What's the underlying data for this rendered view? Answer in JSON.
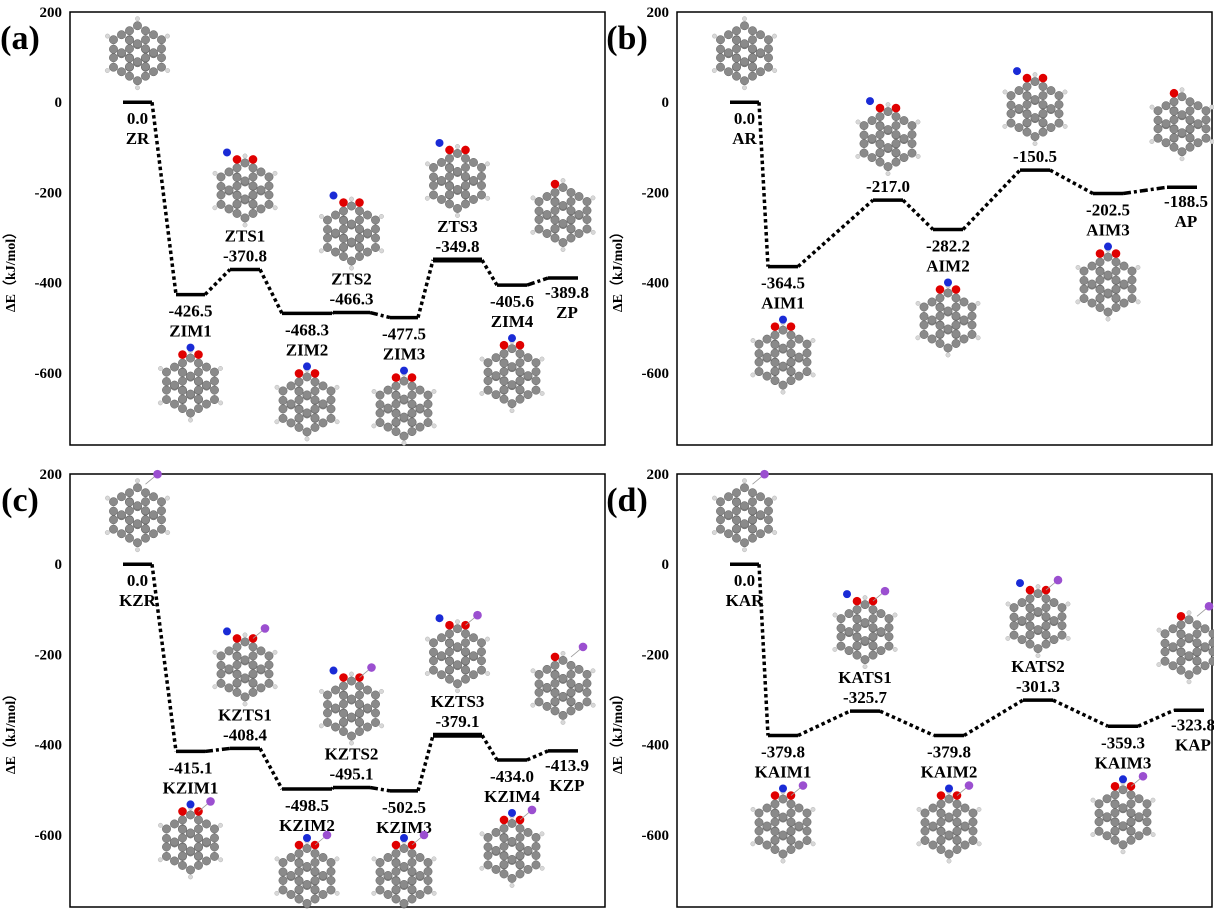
{
  "colors": {
    "carbon": "#8a8a8a",
    "hydrogen": "#d8d8d8",
    "oxygen": "#e00000",
    "nitrogen": "#1a2bd6",
    "potassium": "#9b4fd0",
    "line": "#000000"
  },
  "chart_data": [
    {
      "type": "energy-profile",
      "panel": "(a)",
      "ylabel": "ΔE（kJ/mol）",
      "yticks": [
        200,
        0,
        -200,
        -400,
        -600
      ],
      "ylim": [
        -760,
        200
      ],
      "levels": [
        {
          "name": "ZR",
          "value": 0.0,
          "label": "0.0",
          "species": "R"
        },
        {
          "name": "ZIM1",
          "value": -426.5,
          "label": "-426.5",
          "species": "IM1"
        },
        {
          "name": "ZTS1",
          "value": -370.8,
          "label": "-370.8",
          "species": "TS"
        },
        {
          "name": "ZIM2",
          "value": -468.3,
          "label": "-468.3",
          "species": "IM2"
        },
        {
          "name": "ZTS2",
          "value": -466.3,
          "label": "-466.3",
          "species": "TS"
        },
        {
          "name": "ZIM3",
          "value": -477.5,
          "label": "-477.5",
          "species": "IM3"
        },
        {
          "name": "ZTS3",
          "value": -349.8,
          "label": "-349.8",
          "species": "TS"
        },
        {
          "name": "ZIM4",
          "value": -405.6,
          "label": "-405.6",
          "species": "IM4"
        },
        {
          "name": "ZP",
          "value": -389.8,
          "label": "-389.8",
          "species": "P"
        }
      ]
    },
    {
      "type": "energy-profile",
      "panel": "(b)",
      "ylabel": "ΔE（kJ/mol）",
      "yticks": [
        200,
        0,
        -200,
        -400,
        -600
      ],
      "ylim": [
        -760,
        200
      ],
      "levels": [
        {
          "name": "AR",
          "value": 0.0,
          "label": "0.0",
          "species": "R"
        },
        {
          "name": "AIM1",
          "value": -364.5,
          "label": "-364.5",
          "species": "IM1"
        },
        {
          "name": "",
          "value": -217.0,
          "label": "-217.0",
          "species": "TS"
        },
        {
          "name": "AIM2",
          "value": -282.2,
          "label": "-282.2",
          "species": "IM2"
        },
        {
          "name": "",
          "value": -150.5,
          "label": "-150.5",
          "species": "TS"
        },
        {
          "name": "AIM3",
          "value": -202.5,
          "label": "-202.5",
          "species": "IM3"
        },
        {
          "name": "AP",
          "value": -188.5,
          "label": "-188.5",
          "species": "P"
        }
      ]
    },
    {
      "type": "energy-profile",
      "panel": "(c)",
      "ylabel": "ΔE（kJ/mol）",
      "yticks": [
        200,
        0,
        -200,
        -400,
        -600
      ],
      "ylim": [
        -760,
        200
      ],
      "levels": [
        {
          "name": "KZR",
          "value": 0.0,
          "label": "0.0",
          "species": "R"
        },
        {
          "name": "KZIM1",
          "value": -415.1,
          "label": "-415.1",
          "species": "IM1"
        },
        {
          "name": "KZTS1",
          "value": -408.4,
          "label": "-408.4",
          "species": "TS"
        },
        {
          "name": "KZIM2",
          "value": -498.5,
          "label": "-498.5",
          "species": "IM2"
        },
        {
          "name": "KZTS2",
          "value": -495.1,
          "label": "-495.1",
          "species": "TS"
        },
        {
          "name": "KZIM3",
          "value": -502.5,
          "label": "-502.5",
          "species": "IM3"
        },
        {
          "name": "KZTS3",
          "value": -379.1,
          "label": "-379.1",
          "species": "TS"
        },
        {
          "name": "KZIM4",
          "value": -434.0,
          "label": "-434.0",
          "species": "IM4"
        },
        {
          "name": "KZP",
          "value": -413.9,
          "label": "-413.9",
          "species": "P"
        }
      ]
    },
    {
      "type": "energy-profile",
      "panel": "(d)",
      "ylabel": "ΔE（kJ/mol）",
      "yticks": [
        200,
        0,
        -200,
        -400,
        -600
      ],
      "ylim": [
        -760,
        200
      ],
      "levels": [
        {
          "name": "KAR",
          "value": 0.0,
          "label": "0.0",
          "species": "R"
        },
        {
          "name": "KAIM1",
          "value": -379.8,
          "label": "-379.8",
          "species": "IM1"
        },
        {
          "name": "KATS1",
          "value": -325.7,
          "label": "-325.7",
          "species": "TS"
        },
        {
          "name": "KAIM2",
          "value": -379.8,
          "label": "-379.8",
          "species": "IM2"
        },
        {
          "name": "KATS2",
          "value": -301.3,
          "label": "-301.3",
          "species": "TS"
        },
        {
          "name": "KAIM3",
          "value": -359.3,
          "label": "-359.3",
          "species": "IM3"
        },
        {
          "name": "KAP",
          "value": -323.8,
          "label": "-323.8",
          "species": "P"
        }
      ]
    }
  ]
}
